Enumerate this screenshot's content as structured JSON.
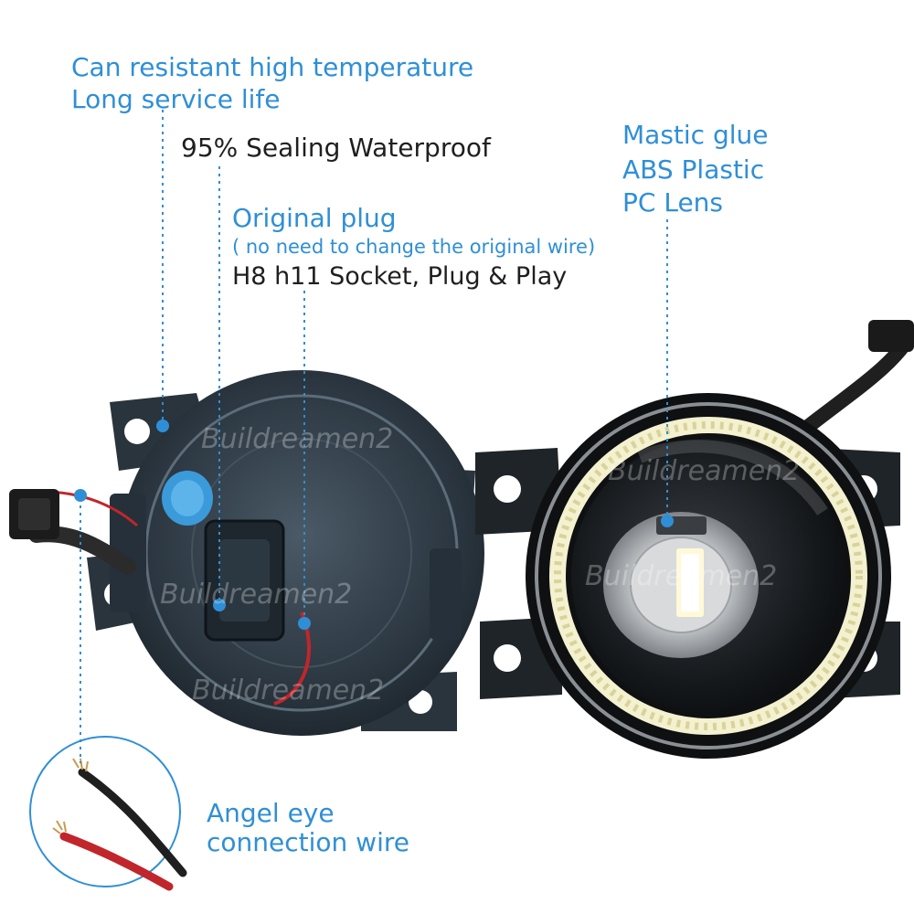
{
  "callouts": {
    "temperature": "Can resistant high temperature",
    "service_life": "Long service life",
    "sealing": "95% Sealing Waterproof",
    "plug_title": "Original plug",
    "plug_note": "( no need to change the original wire)",
    "socket": "H8 h11 Socket, Plug & Play",
    "mastic": "Mastic glue",
    "abs": "ABS Plastic",
    "pc_lens": "PC Lens",
    "angel_eye_line1": "Angel eye",
    "angel_eye_line2": "connection wire"
  },
  "watermark": "Buildreamen2",
  "colors": {
    "callout_blue": "#2f8fd6",
    "label_dark": "#1f1f1f",
    "housing": "#2e3a44",
    "ring_led": "#f4f1d0",
    "connector": "#3b9ad9"
  }
}
